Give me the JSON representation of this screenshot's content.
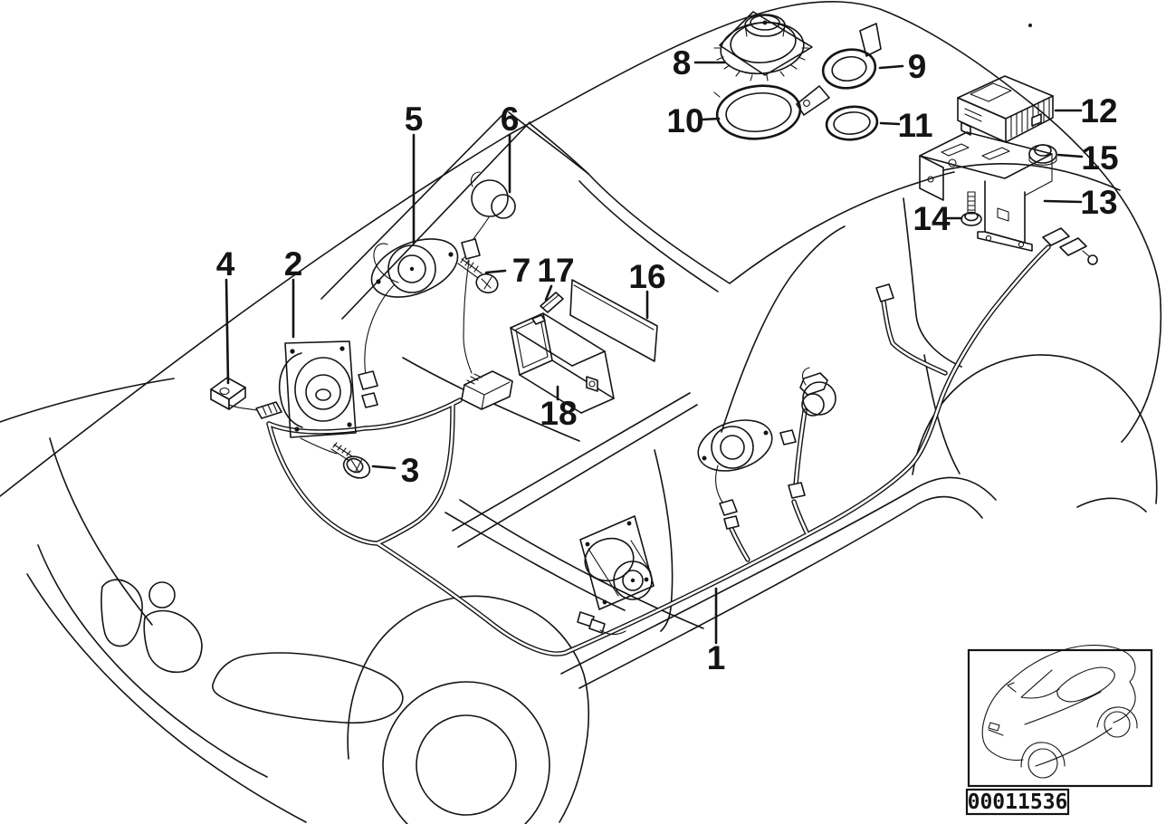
{
  "diagram": {
    "type": "exploded-parts-diagram",
    "callout_labels": [
      "1",
      "2",
      "3",
      "4",
      "5",
      "6",
      "7",
      "8",
      "9",
      "10",
      "11",
      "12",
      "13",
      "14",
      "15",
      "16",
      "17",
      "18"
    ],
    "id_code": "00011536"
  }
}
